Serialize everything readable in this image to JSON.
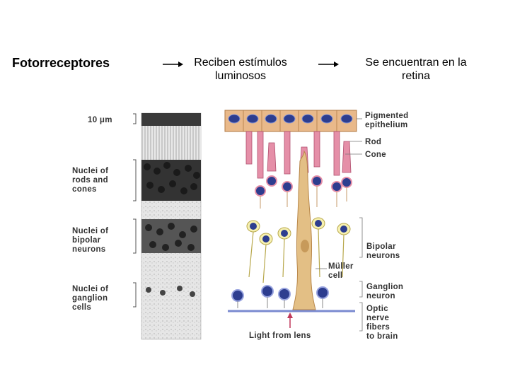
{
  "header": {
    "title": "Fotorreceptores",
    "step1_line1": "Reciben estímulos",
    "step1_line2": "luminosos",
    "step2_line1": "Se encuentran en la",
    "step2_line2": "retina"
  },
  "figure": {
    "scale_label": "10 μm",
    "left_labels": {
      "rods_cones": [
        "Nuclei of",
        "rods and",
        "cones"
      ],
      "bipolar": [
        "Nuclei of",
        "bipolar",
        "neurons"
      ],
      "ganglion": [
        "Nuclei of",
        "ganglion",
        "cells"
      ]
    },
    "right_labels": {
      "pigmented": [
        "Pigmented",
        "epithelium"
      ],
      "rod": "Rod",
      "cone": "Cone",
      "bipolar": [
        "Bipolar",
        "neurons"
      ],
      "muller": [
        "Müller",
        "cell"
      ],
      "ganglion": [
        "Ganglion",
        "neuron"
      ],
      "optic": [
        "Optic",
        "nerve",
        "fibers",
        "to brain"
      ]
    },
    "bottom_label": "Light from lens"
  },
  "colors": {
    "epithelium": "#e9b98a",
    "nucleus": "#2d3d8f",
    "rod_cone": "#e58fa8",
    "bipolar": "#f6f0b0",
    "muller": "#e3bf85",
    "label": "#333333"
  }
}
